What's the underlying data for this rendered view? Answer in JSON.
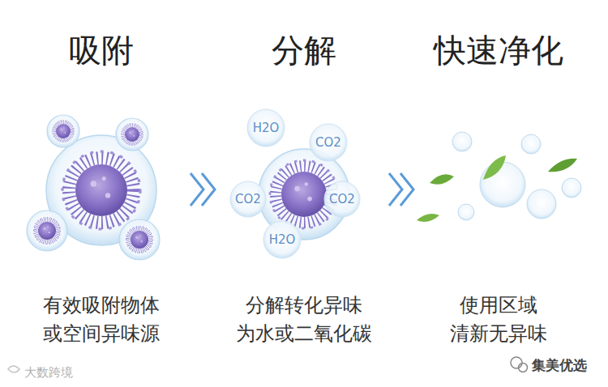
{
  "diagram": {
    "nodes": [
      {
        "text": [
          "吸附",
          "有效吸附物体 或空间异味源"
        ]
      },
      {
        "text": [
          "分解",
          "分解转化异味 为水或二氧化碳"
        ]
      },
      {
        "text": [
          "快速净化",
          "使用区域 清新无异味"
        ]
      }
    ],
    "edges": [
      {
        "from": 0,
        "to": 1,
        "arrow": "to"
      },
      {
        "from": 1,
        "to": 2,
        "arrow": "to"
      }
    ],
    "labels": [
      "H2O",
      "CO2",
      "CO2",
      "CO2",
      "H2O",
      "大数跨境",
      "集美优选"
    ]
  }
}
